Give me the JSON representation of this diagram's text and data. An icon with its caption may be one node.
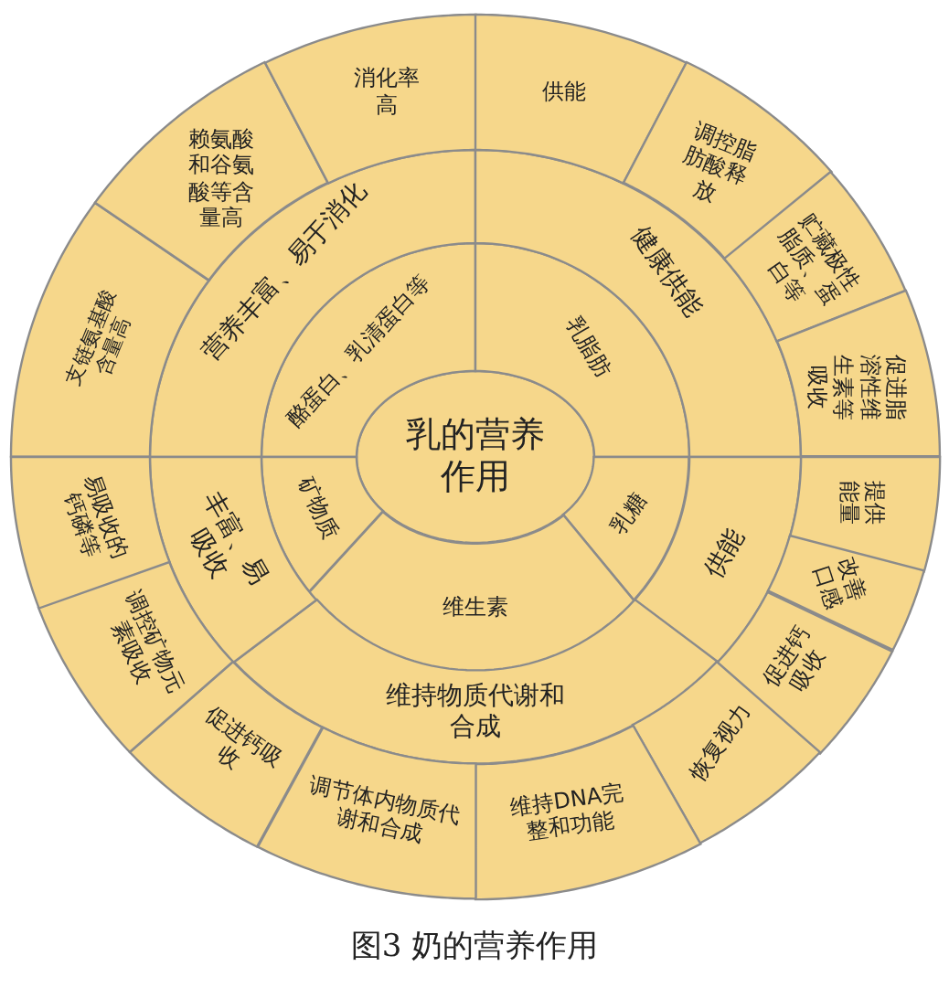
{
  "diagram": {
    "caption": "图3 奶的营养作用",
    "nodes": [
      {
        "text": [
          "乳的营养作用"
        ]
      },
      {
        "text": [
          "酪蛋白、乳清蛋白等"
        ]
      },
      {
        "text": [
          "营养丰富、易于消化"
        ]
      },
      {
        "text": [
          "支链氨基酸含量高"
        ]
      },
      {
        "text": [
          "赖氨酸和谷氨酸等含量高"
        ]
      },
      {
        "text": [
          "消化率高"
        ]
      },
      {
        "text": [
          "乳脂肪"
        ]
      },
      {
        "text": [
          "健康供能"
        ]
      },
      {
        "text": [
          "供能"
        ]
      },
      {
        "text": [
          "调控脂肪酸释放"
        ]
      },
      {
        "text": [
          "贮藏极性脂质、蛋白等"
        ]
      },
      {
        "text": [
          "促进脂溶性维生素等吸收"
        ]
      },
      {
        "text": [
          "乳糖"
        ]
      },
      {
        "text": [
          "供能"
        ]
      },
      {
        "text": [
          "提供能量"
        ]
      },
      {
        "text": [
          "改善口感"
        ]
      },
      {
        "text": [
          "促进钙吸收"
        ]
      },
      {
        "text": [
          "维生素"
        ]
      },
      {
        "text": [
          "维持物质代谢和合成"
        ]
      },
      {
        "text": [
          "恢复视力"
        ]
      },
      {
        "text": [
          "维持DNA完整和功能"
        ]
      },
      {
        "text": [
          "调节体内物质代谢和合成"
        ]
      },
      {
        "text": [
          "促进钙吸收"
        ]
      },
      {
        "text": [
          "矿物质"
        ]
      },
      {
        "text": [
          "丰富、易吸收"
        ]
      },
      {
        "text": [
          "调控矿物元素吸收"
        ]
      },
      {
        "text": [
          "易吸收的钙磷等"
        ]
      }
    ]
  }
}
